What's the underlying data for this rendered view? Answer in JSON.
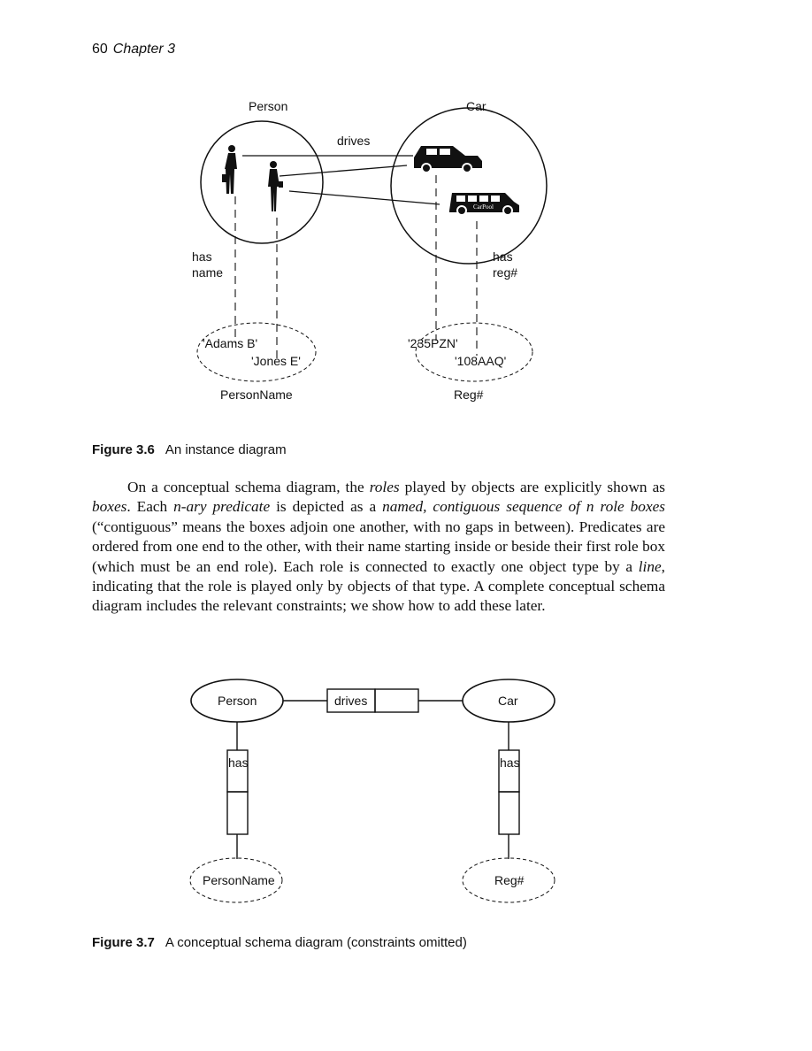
{
  "header": {
    "page_number": "60",
    "chapter": "Chapter 3"
  },
  "figure_3_6": {
    "labels": {
      "person": "Person",
      "car": "Car",
      "drives": "drives",
      "has_left": "has",
      "name_left": "name",
      "has_right": "has",
      "reg_right": "reg#",
      "name1": "'Adams B'",
      "name2": "'Jones E'",
      "reg1": "'235PZN'",
      "reg2": "'108AAQ'",
      "personname": "PersonName",
      "regnum": "Reg#",
      "car_brand": "CarPool"
    },
    "caption_num": "Figure 3.6",
    "caption_text": "An instance diagram"
  },
  "paragraph": {
    "t1": "On a conceptual schema diagram, the ",
    "i1": "roles",
    "t2": " played by objects are explicitly shown as ",
    "i2": "boxes",
    "t3": ". Each ",
    "i3": "n-ary predicate",
    "t4": " is depicted as a ",
    "i4": "named, contiguous sequence of n role boxes",
    "t5": " (“contiguous” means the boxes adjoin one another, with no gaps in between). Predicates are ordered from one end to the other, with their name starting inside or beside their first role box (which must be an end role). Each role is connected to exactly one object type by a ",
    "i5": "line",
    "t6": ", indicating that the role is played only by objects of that type. A complete conceptual schema diagram includes the relevant constraints; we show how to add these later."
  },
  "figure_3_7": {
    "labels": {
      "person": "Person",
      "drives": "drives",
      "car": "Car",
      "has_left": "has",
      "has_right": "has",
      "personname": "PersonName",
      "regnum": "Reg#"
    },
    "caption_num": "Figure 3.7",
    "caption_text": "A conceptual schema diagram (constraints omitted)"
  }
}
